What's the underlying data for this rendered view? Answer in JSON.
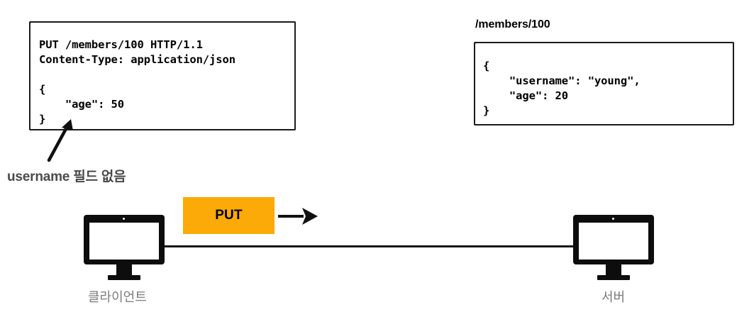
{
  "diagram": {
    "request": {
      "name": "http-put-request",
      "lines": "PUT /members/100 HTTP/1.1\nContent-Type: application/json\n\n{\n    \"age\": 50\n}"
    },
    "response": {
      "name": "resource-representation",
      "path_label": "/members/100",
      "lines": "{\n    \"username\": \"young\",\n    \"age\": 20\n}"
    },
    "annotation": {
      "text": "username 필드 없음",
      "color": "#4a4a4a",
      "arrow_icon": "arrow-up-right-icon"
    },
    "flow": {
      "method_badge": "PUT",
      "badge_color": "#FBAA07",
      "direction_icon": "arrow-right-icon"
    },
    "nodes": [
      {
        "icon": "monitor-icon",
        "label": "클라이언트"
      },
      {
        "icon": "monitor-icon",
        "label": "서버"
      }
    ],
    "label_color": "#7b7b7b"
  }
}
